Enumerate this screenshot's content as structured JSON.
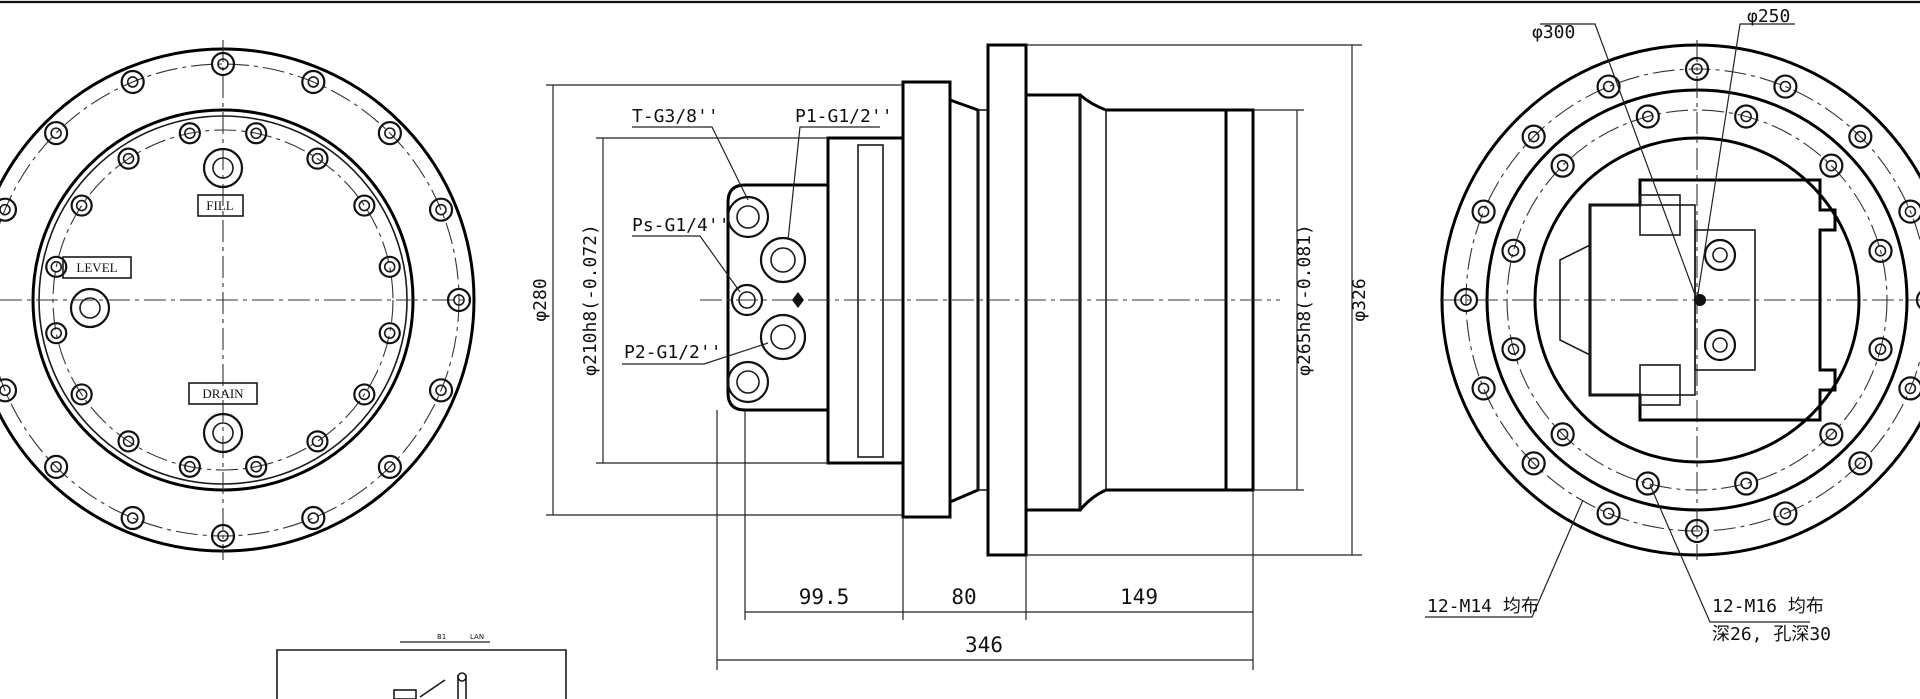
{
  "left_view": {
    "fill_label": "FILL",
    "level_label": "LEVEL",
    "drain_label": "DRAIN"
  },
  "side_view": {
    "port_t": "T-G3/8''",
    "port_p1": "P1-G1/2''",
    "port_ps": "Ps-G1/4''",
    "port_p2": "P2-G1/2''",
    "dia_280": "φ280",
    "dia_210": "φ210h8(-0.072)",
    "dia_265": "φ265h8(-0.081)",
    "dia_326": "φ326",
    "len_995": "99.5",
    "len_80": "80",
    "len_149": "149",
    "len_346": "346"
  },
  "right_view": {
    "dia_300": "φ300",
    "dia_250": "φ250",
    "bolt_m14": "12-M14 均布",
    "bolt_m16_a": "12-M16 均布",
    "bolt_m16_b": "深26, 孔深30"
  },
  "inset": {
    "label_a": "B1",
    "label_b": "LAN"
  }
}
